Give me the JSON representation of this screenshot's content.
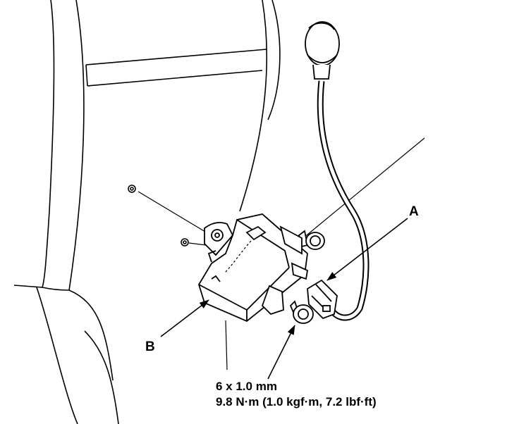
{
  "callouts": {
    "a": "A",
    "b": "B"
  },
  "spec": {
    "bolt_size": "6 x 1.0 mm",
    "torque": "9.8 N·m (1.0 kgf·m, 7.2 lbf·ft)"
  },
  "colors": {
    "ink": "#000000",
    "paper": "#ffffff"
  }
}
